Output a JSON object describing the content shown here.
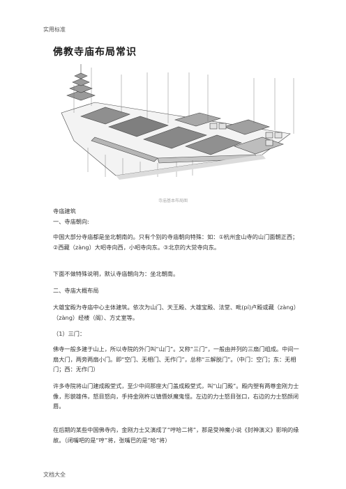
{
  "header": "实用标准",
  "footer": "文档大全",
  "title": "佛教寺庙布局常识",
  "figure": {
    "caption": "寺庙基本布局图"
  },
  "body": {
    "p1": "寺庙建筑",
    "p2": "一、寺庙朝向:",
    "p3": "中国大部分寺庙都是坐北朝南的。只有个别的寺庙朝向特殊：如：①杭州金山寺的山门面朝正西；②西藏（zàng）大昭寺向西，小昭寺向东。③北京的大觉寺向东。",
    "p4": "下面不做特殊说明，默认寺庙朝向为：坐北朝南。",
    "p5": "二、寺庙大概布局",
    "p6": "大雄宝殿为寺庙中心主体建筑。依次为山门、天王殿、大雄宝殿、法堂、毗(pí)卢殿或藏（zàng）（zàng）经楼（阁）、方丈室等。",
    "p7": "（1）三门：",
    "p8": "佛寺一般多建于山上，所以寺院的外门叫“山门”。又称“三门”，一般由并列的三扇门组成。中间一扇大门，两旁两扇小门。即“空门、无相门、无作门”，总称“三解脱门”。（中门：空门；东：无相门；西：无作门）",
    "p9": "许多寺院将山门建成殿堂式，至少中间那座大门盖成殿堂式，叫“山门殿”。殿内塑有两尊金刚力士像，形貌雄伟，怒目怒向，手持金刚杵以镇慑妖魔鬼怪。左边的力士怒目张口，右边的力士怒颜闭唇。",
    "p10": "在后期的某些中国佛寺内，金刚力士又演成了“哼哈二将”，那是受神魔小说《封神演义》影响的缘故。（闭嘴吧的是“哼”将，张嘴巴的是“哈”将）"
  }
}
